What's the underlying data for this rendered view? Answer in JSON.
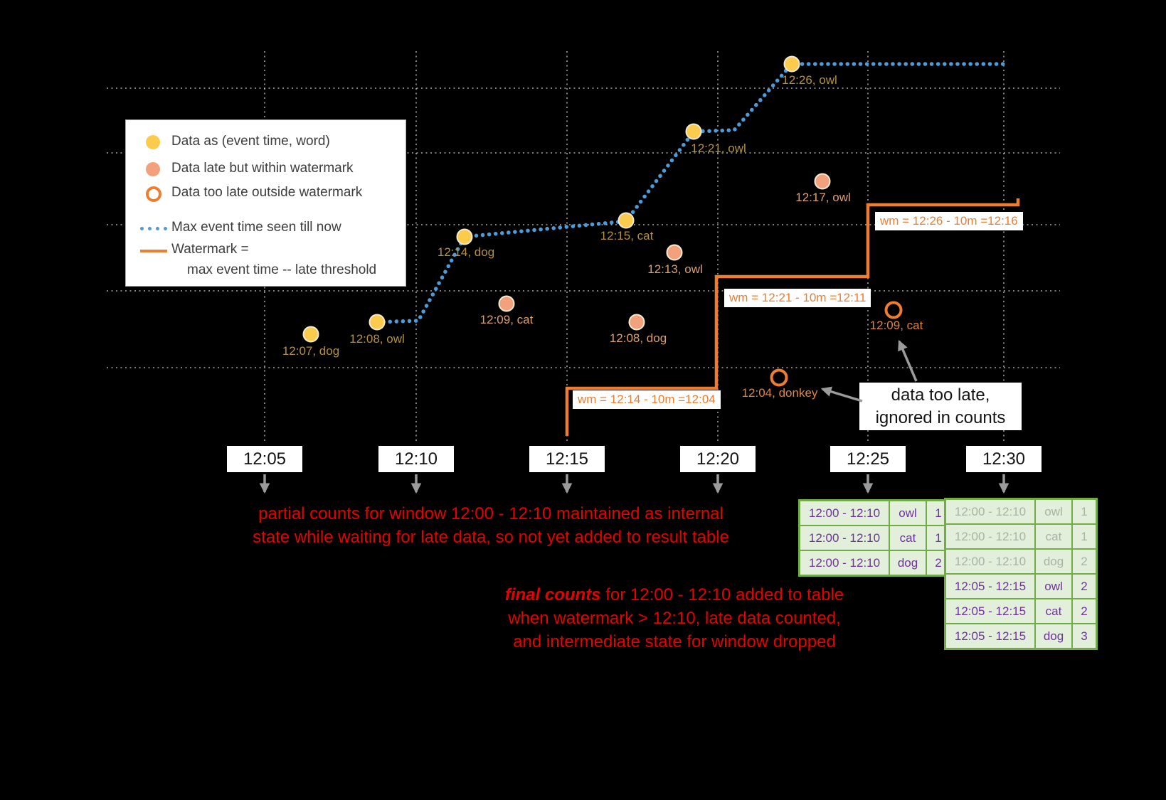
{
  "colors": {
    "background": "#000000",
    "max_event_line": "#4f9bd8",
    "watermark_line": "#ED7D31",
    "on_time_point": "#FBCB4D",
    "late_point": "#F2A17C",
    "too_late_ring": "#ED7D31",
    "annotation_red": "#e60000",
    "table_text_purple": "#7030A0",
    "table_border_green": "#70AD47",
    "table_cell_green": "#E2EFDA"
  },
  "legend": {
    "point_items": [
      {
        "label": "Data as (event time, word)"
      },
      {
        "label": "Data late but within watermark"
      },
      {
        "label": "Data too late outside watermark"
      }
    ],
    "line_items": [
      {
        "label": "Max event time seen till now"
      },
      {
        "label": "Watermark =",
        "label_cont": "max event time -- late threshold"
      }
    ]
  },
  "points": {
    "on_time": [
      {
        "label": "12:07, dog"
      },
      {
        "label": "12:08, owl"
      },
      {
        "label": "12:14, dog"
      },
      {
        "label": "12:15, cat"
      },
      {
        "label": "12:21, owl"
      },
      {
        "label": "12:26, owl"
      }
    ],
    "late": [
      {
        "label": "12:09, cat"
      },
      {
        "label": "12:08, dog"
      },
      {
        "label": "12:13, owl"
      },
      {
        "label": "12:17, owl"
      }
    ],
    "too_late": [
      {
        "label": "12:04, donkey"
      },
      {
        "label": "12:09, cat"
      }
    ]
  },
  "watermark_labels": [
    "wm = 12:14 - 10m =12:04",
    "wm = 12:21 - 10m =12:11",
    "wm = 12:26 - 10m =12:16"
  ],
  "x_axis": {
    "ticks": [
      "12:05",
      "12:10",
      "12:15",
      "12:20",
      "12:25",
      "12:30"
    ]
  },
  "annotations": {
    "partial_line1": "partial counts for window 12:00 - 12:10 maintained as internal",
    "partial_line2": "state while waiting for late data, so not yet added  to result table",
    "final_emphasis": "final counts",
    "final_line1_rest": " for 12:00 - 12:10 added to table",
    "final_line2": "when watermark > 12:10, late data counted,",
    "final_line3": "and intermediate state for window dropped",
    "too_late_line1": "data too late,",
    "too_late_line2": "ignored in counts"
  },
  "result_tables": {
    "at_12_25": {
      "rows": [
        {
          "window": "12:00 - 12:10",
          "word": "owl",
          "count": "1",
          "state": "active"
        },
        {
          "window": "12:00 - 12:10",
          "word": "cat",
          "count": "1",
          "state": "active"
        },
        {
          "window": "12:00 - 12:10",
          "word": "dog",
          "count": "2",
          "state": "active"
        }
      ]
    },
    "at_12_30": {
      "rows": [
        {
          "window": "12:00 - 12:10",
          "word": "owl",
          "count": "1",
          "state": "faded"
        },
        {
          "window": "12:00 - 12:10",
          "word": "cat",
          "count": "1",
          "state": "faded"
        },
        {
          "window": "12:00 - 12:10",
          "word": "dog",
          "count": "2",
          "state": "faded"
        },
        {
          "window": "12:05 - 12:15",
          "word": "owl",
          "count": "2",
          "state": "active"
        },
        {
          "window": "12:05 - 12:15",
          "word": "cat",
          "count": "2",
          "state": "active"
        },
        {
          "window": "12:05 - 12:15",
          "word": "dog",
          "count": "3",
          "state": "active"
        }
      ]
    }
  }
}
